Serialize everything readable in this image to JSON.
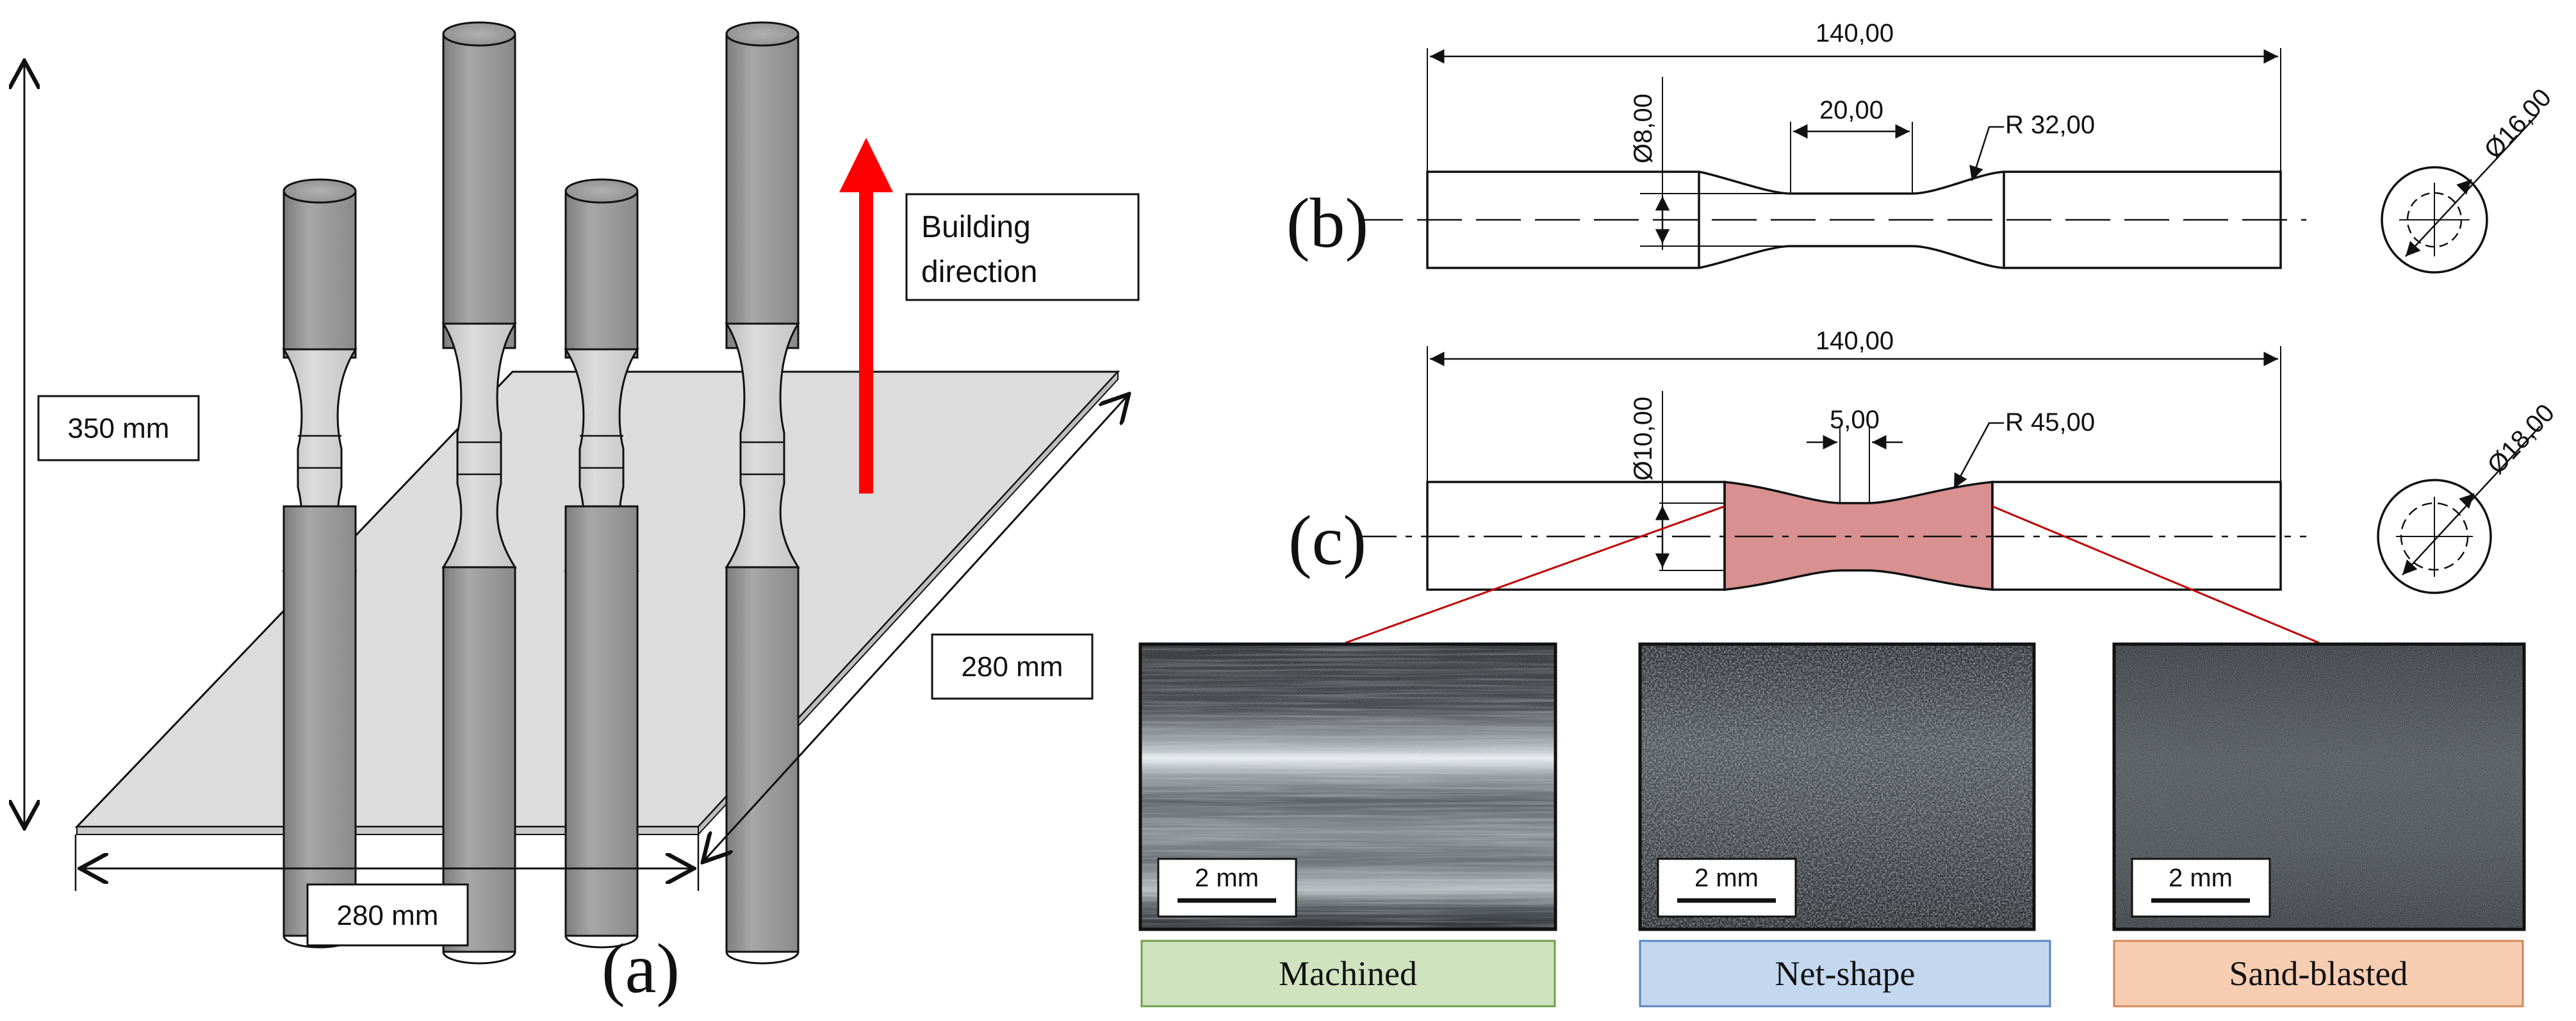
{
  "panel_a": {
    "label": "(a)",
    "height_label": "350 mm",
    "width_label": "280 mm",
    "depth_label": "280 mm",
    "arrow_label_1": "Building",
    "arrow_label_2": "direction"
  },
  "panel_b": {
    "label": "(b)",
    "total_length": "140,00",
    "grip_diameter": "Ø8,00",
    "gauge_length": "20,00",
    "radius": "R 32,00",
    "outer_diameter": "Ø16,00"
  },
  "panel_c": {
    "label": "(c)",
    "total_length": "140,00",
    "grip_diameter": "Ø10,00",
    "gauge_length": "5,00",
    "radius": "R 45,00",
    "outer_diameter": "Ø18,00"
  },
  "micrographs": [
    {
      "scale": "2 mm",
      "caption": "Machined",
      "caption_fill": "#cfe3bf",
      "caption_stroke": "#6f9f4f"
    },
    {
      "scale": "2 mm",
      "caption": "Net-shape",
      "caption_fill": "#c3d8ef",
      "caption_stroke": "#5a86c2"
    },
    {
      "scale": "2 mm",
      "caption": "Sand-blasted",
      "caption_fill": "#f7cdb2",
      "caption_stroke": "#d48659"
    }
  ],
  "colors": {
    "arrow": "#ff0000",
    "highlight": "#d99090",
    "leader": "#c00000",
    "plate": "#dcdcdc",
    "specimen": "#9d9d9d"
  }
}
